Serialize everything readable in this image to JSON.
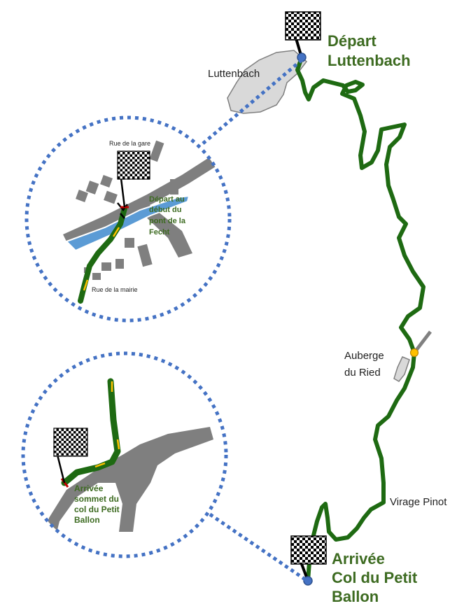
{
  "start_title": [
    "Départ",
    "Luttenbach"
  ],
  "finish_title": [
    "Arrivée",
    "Col du Petit",
    "Ballon"
  ],
  "places": {
    "luttenbach": "Luttenbach",
    "auberge": [
      "Auberge",
      "du Ried"
    ],
    "virage": "Virage Pinot"
  },
  "inset_start": {
    "street_top": "Rue de la gare",
    "street_bottom": "Rue de la mairie",
    "note": [
      "Départ au",
      "début du",
      "pont de la",
      "Fecht"
    ]
  },
  "inset_finish": {
    "note": [
      "Arrivée",
      "sommet du",
      "col du Petit",
      "Ballon"
    ]
  },
  "colors": {
    "route": "#1e6a12",
    "road": "#808080",
    "river": "#5b9bd5",
    "dotted": "#4472c4",
    "title_green": "#3d6b21",
    "marker_blue": "#4472c4",
    "marker_yellow": "#ffc000"
  },
  "icons": [
    "checkered-flag-icon",
    "start-marker-icon",
    "finish-marker-icon",
    "poi-marker-icon"
  ]
}
